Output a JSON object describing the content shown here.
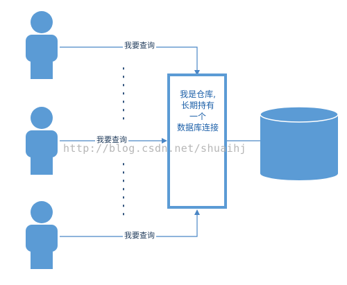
{
  "diagram": {
    "query_label_top": "我要查询",
    "query_label_middle": "我要查询",
    "query_label_bottom": "我要查询",
    "warehouse_lines": [
      "我是仓库,",
      "长期持有",
      "一个",
      "数据库连接"
    ],
    "watermark": "http://blog.csdn.net/shuaihj"
  },
  "colors": {
    "accent": "#5b9bd5",
    "line": "#4a86c5",
    "text": "#1b5fa8"
  }
}
